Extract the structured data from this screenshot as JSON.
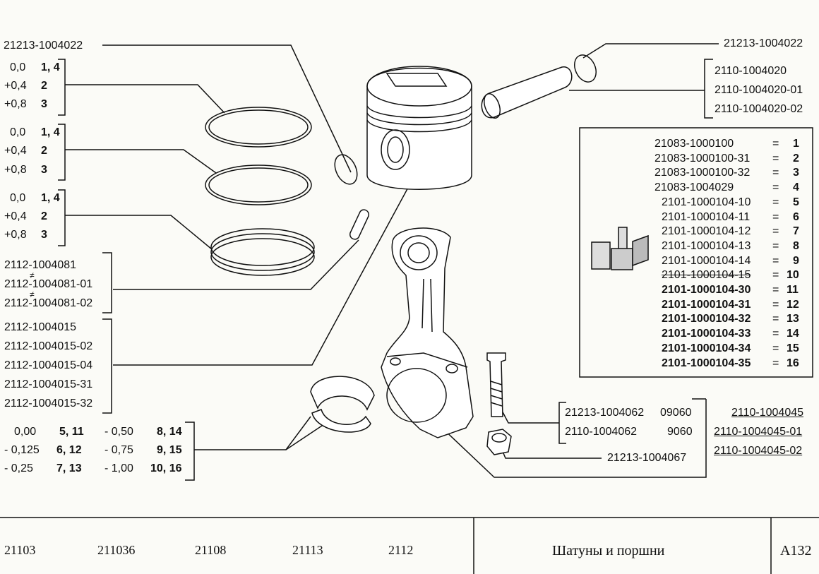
{
  "callouts": {
    "lock_ring_left": "21213-1004022",
    "lock_ring_right": "21213-1004022",
    "pin_numbers": [
      "2110-1004020",
      "2110-1004020-01",
      "2110-1004020-02"
    ],
    "ring_groups": [
      [
        [
          "0,0",
          "1, 4"
        ],
        [
          "+0,4",
          "2"
        ],
        [
          "+0,8",
          "3"
        ]
      ],
      [
        [
          "0,0",
          "1, 4"
        ],
        [
          "+0,4",
          "2"
        ],
        [
          "+0,8",
          "3"
        ]
      ],
      [
        [
          "0,0",
          "1, 4"
        ],
        [
          "+0,4",
          "2"
        ],
        [
          "+0,8",
          "3"
        ]
      ]
    ],
    "dowel_numbers": [
      "2112-1004081",
      "2112-1004081-01",
      "2112-1004081-02"
    ],
    "neq_mark": "≠",
    "rod_numbers": [
      "2112-1004015",
      "2112-1004015-02",
      "2112-1004015-04",
      "2112-1004015-31",
      "2112-1004015-32"
    ],
    "bearing_table": [
      [
        "0,00",
        "5, 11",
        "- 0,50",
        "8, 14"
      ],
      [
        "- 0,125",
        "6, 12",
        "- 0,75",
        "9, 15"
      ],
      [
        "- 0,25",
        "7, 13",
        "- 1,00",
        "10, 16"
      ]
    ],
    "bolt_rows": [
      [
        "21213-1004062",
        "09060"
      ],
      [
        "2110-1004062",
        "9060"
      ]
    ],
    "nut_number": "21213-1004067",
    "bearing_set_numbers": [
      "2110-1004045",
      "2110-1004045-01",
      "2110-1004045-02"
    ]
  },
  "piston_table": {
    "rows": [
      [
        "21083-1000100",
        "=",
        "1"
      ],
      [
        "21083-1000100-31",
        "=",
        "2"
      ],
      [
        "21083-1000100-32",
        "=",
        "3"
      ],
      [
        "21083-1004029",
        "=",
        "4"
      ],
      [
        "2101-1000104-10",
        "=",
        "5"
      ],
      [
        "2101-1000104-11",
        "=",
        "6"
      ],
      [
        "2101-1000104-12",
        "=",
        "7"
      ],
      [
        "2101-1000104-13",
        "=",
        "8"
      ],
      [
        "2101-1000104-14",
        "=",
        "9"
      ],
      [
        "2101-1000104-15",
        "=",
        "10"
      ],
      [
        "2101-1000104-30",
        "=",
        "11"
      ],
      [
        "2101-1000104-31",
        "=",
        "12"
      ],
      [
        "2101-1000104-32",
        "=",
        "13"
      ],
      [
        "2101-1000104-33",
        "=",
        "14"
      ],
      [
        "2101-1000104-34",
        "=",
        "15"
      ],
      [
        "2101-1000104-35",
        "=",
        "16"
      ]
    ]
  },
  "footer": {
    "models": [
      "21103",
      "211036",
      "21108",
      "21113",
      "2112"
    ],
    "title": "Шатуны и поршни",
    "page": "A132"
  }
}
